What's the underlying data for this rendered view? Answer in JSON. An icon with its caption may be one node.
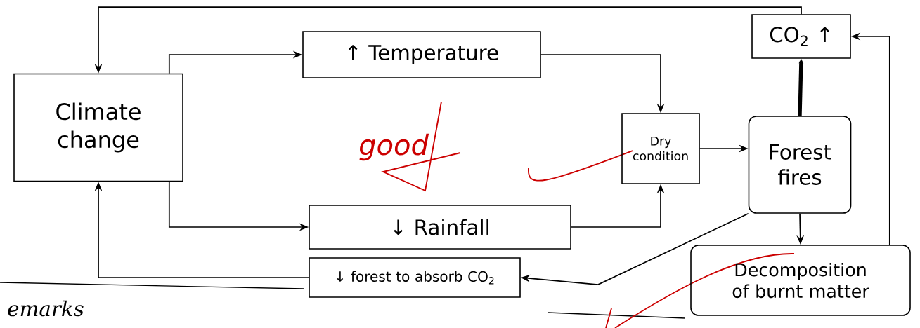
{
  "diagram": {
    "nodes": [
      {
        "text": [
          "Climate change"
        ]
      },
      {
        "text": [
          "↑ Temperature"
        ]
      },
      {
        "text": [
          "↓ Rainfall"
        ]
      },
      {
        "text": [
          "↓ forest to absorb CO$_{2}$"
        ]
      },
      {
        "text": [
          "Dry condition"
        ]
      },
      {
        "text": [
          "Forest fires"
        ]
      },
      {
        "text": [
          "CO$_{2}$ ↑"
        ]
      },
      {
        "text": [
          "Decomposition of burnt matter"
        ]
      }
    ],
    "edges": [
      {
        "from": 6,
        "to": 0,
        "arrow": "to"
      },
      {
        "from": 0,
        "to": 1,
        "arrow": "to"
      },
      {
        "from": 1,
        "to": 4,
        "arrow": "to"
      },
      {
        "from": 0,
        "to": 2,
        "arrow": "to"
      },
      {
        "from": 2,
        "to": 4,
        "arrow": "to"
      },
      {
        "from": 4,
        "to": 5,
        "arrow": "to"
      },
      {
        "from": 5,
        "to": 6,
        "arrow": "to",
        "style": "thick"
      },
      {
        "from": 5,
        "to": 7,
        "arrow": "to"
      },
      {
        "from": 7,
        "to": 6,
        "arrow": "to"
      },
      {
        "from": 5,
        "to": 3,
        "arrow": "to"
      },
      {
        "from": 3,
        "to": 0,
        "arrow": "to"
      }
    ],
    "labels": [
      "good",
      "emarks"
    ]
  }
}
